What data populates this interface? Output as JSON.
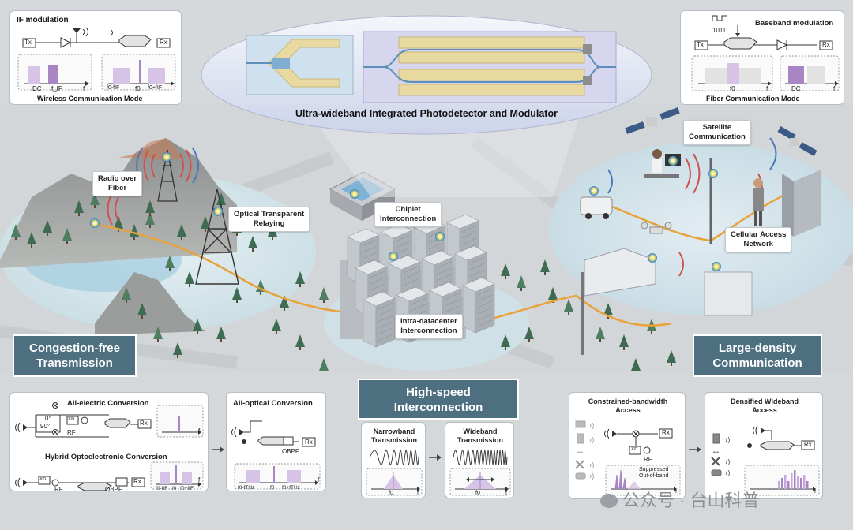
{
  "top_left_box": {
    "title": "IF modulation",
    "tx": "Tx",
    "rx": "Rx",
    "dc": "DC",
    "f_if": "f_IF",
    "f": "f",
    "f0_minus": "f0-fIF",
    "f0": "f0",
    "f0_plus": "f0+fIF",
    "caption": "Wireless Communication Mode"
  },
  "top_right_box": {
    "title": "Baseband modulation",
    "bits": "1011",
    "tx": "Tx",
    "rx": "Rx",
    "f0": "f0",
    "dc": "DC",
    "f": "f",
    "caption": "Fiber Communication Mode"
  },
  "chip_title": "Ultra-wideband Integrated Photodetector and Modulator",
  "scene_labels": {
    "radio_over_fiber": [
      "Radio over",
      "Fiber"
    ],
    "optical_relaying": [
      "Optical Transparent",
      "Relaying"
    ],
    "chiplet": [
      "Chiplet",
      "Interconnection"
    ],
    "intra_dc": [
      "Intra-datacenter",
      "Interconnection"
    ],
    "satellite": [
      "Satellite",
      "Communication"
    ],
    "cellular": [
      "Cellular Access",
      "Network"
    ]
  },
  "banners": {
    "congestion": [
      "Congestion-free",
      "Transmission"
    ],
    "highspeed": [
      "High-speed",
      "Interconnection"
    ],
    "density": [
      "Large-density",
      "Communication"
    ]
  },
  "bottom_left": {
    "all_electric": "All-electric Conversion",
    "deg0": "0°",
    "deg90": "90°",
    "xn": "×n",
    "rf": "RF",
    "rx": "Rx",
    "f": "f",
    "hybrid": "Hybrid Optoelectronic Conversion",
    "rf2": "RF",
    "obpf": "OBPF",
    "rx2": "Rx",
    "f0_minus": "f0-fIF",
    "f0": "f0",
    "f0_plus": "f0+fIF",
    "f2": "f"
  },
  "all_optical": {
    "title": "All-optical Conversion",
    "rx": "Rx",
    "obpf": "OBPF",
    "f0_minus": "f0-fTHz",
    "f0": "f0",
    "f0_plus": "f0+fTHz",
    "f": "f"
  },
  "narrowband": {
    "title": [
      "Narrowband",
      "Transmission"
    ],
    "f0": "f0",
    "f": "f"
  },
  "wideband": {
    "title": [
      "Wideband",
      "Transmission"
    ],
    "f0": "f0",
    "f": "f"
  },
  "constrained": {
    "title": [
      "Constrained-bandwidth",
      "Access"
    ],
    "rx": "Rx",
    "xn": "×n",
    "rf": "RF",
    "suppressed": [
      "Suppressed",
      "Out-of-band"
    ],
    "f": "f"
  },
  "densified": {
    "title": [
      "Densified Wideband",
      "Access"
    ],
    "rx": "Rx",
    "f": "f"
  },
  "watermark": "公众号 · 台山科普",
  "colors": {
    "banner": "#4d6f80",
    "purple": "#a886c4",
    "purple_light": "#d6c3e6",
    "fiber": "#e8a23a",
    "chip": "#e7d9a0",
    "ground": "#cfe0e6",
    "water": "#a9cfe0"
  }
}
